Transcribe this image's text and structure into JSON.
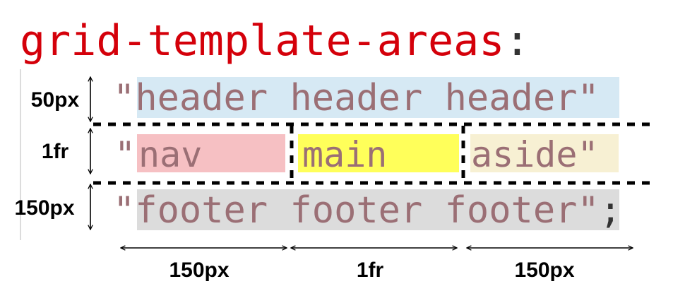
{
  "colors": {
    "keyword": "#d4000a",
    "text": "#9b6f75",
    "punct": "#333333",
    "header_bg": "#d6e9f4",
    "nav_bg": "#f6c0c3",
    "main_bg": "#ffff5a",
    "aside_bg": "#f7f0d3",
    "footer_bg": "#dcdcdc",
    "line": "#000000"
  },
  "code": {
    "property": "grid-template-areas",
    "colon": ":",
    "quote": "\"",
    "semicolon": ";",
    "row1": "header header header",
    "nav": "nav",
    "main": "main",
    "aside": "aside",
    "row3": "footer footer footer"
  },
  "row_sizes": [
    "50px",
    "1fr",
    "150px"
  ],
  "column_sizes": [
    "150px",
    "1fr",
    "150px"
  ]
}
